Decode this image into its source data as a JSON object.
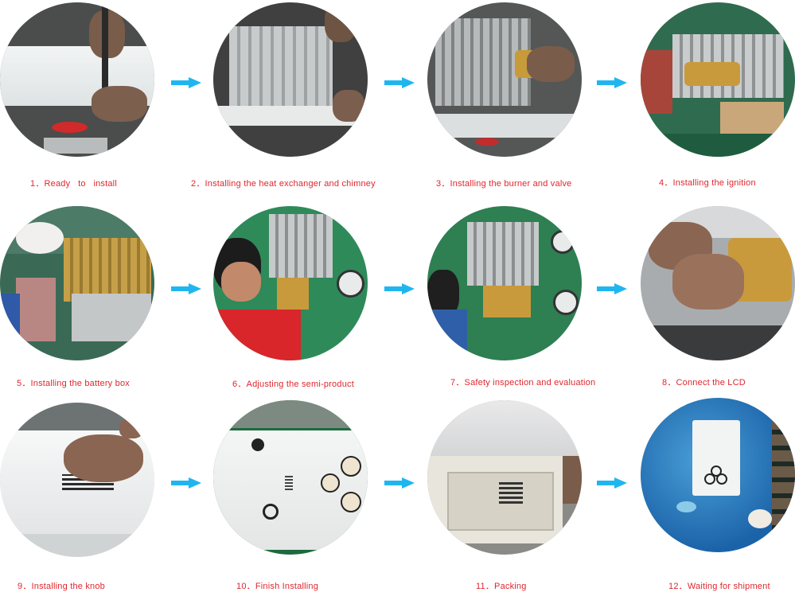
{
  "steps": [
    {
      "num": "1．",
      "label": "Ready   to   install",
      "photo": "workers-screwdriving-white-panel"
    },
    {
      "num": "2．",
      "label": "Installing the heat exchanger and chimney",
      "photo": "heat-exchanger-assembly"
    },
    {
      "num": "3．",
      "label": "Installing the burner and valve",
      "photo": "burner-valve-assembly"
    },
    {
      "num": "4．",
      "label": "Installing the ignition",
      "photo": "ignition-assembly"
    },
    {
      "num": "5．",
      "label": "Installing the battery box",
      "photo": "battery-box-wiring"
    },
    {
      "num": "6．",
      "label": "Adjusting the semi-product",
      "photo": "worker-adjusting-unit"
    },
    {
      "num": "7．",
      "label": "Safety inspection and evaluation",
      "photo": "inspection-gauge"
    },
    {
      "num": "8．",
      "label": "Connect the LCD",
      "photo": "lcd-wiring-hands"
    },
    {
      "num": "9．",
      "label": "Installing the knob",
      "photo": "knob-installation"
    },
    {
      "num": "10．",
      "label": "Finish Installing",
      "photo": "finished-heater-front-panel"
    },
    {
      "num": "11．",
      "label": "Packing",
      "photo": "packing-foam"
    },
    {
      "num": "12．",
      "label": "Waiting for shipment",
      "photo": "boxed-product-blue"
    }
  ],
  "colors": {
    "caption": "#e0262e",
    "arrow": "#1fb6ef"
  },
  "arrow_icon": "right-arrow-icon"
}
